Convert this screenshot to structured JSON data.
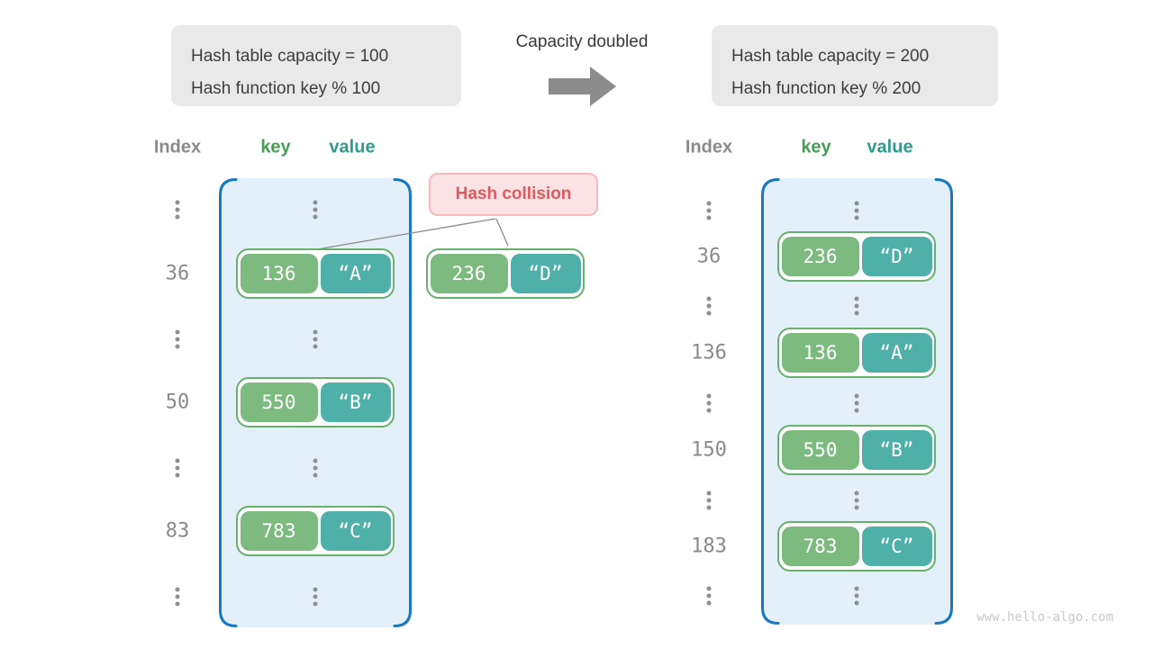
{
  "header": {
    "left_box": {
      "line1": "Hash table capacity = 100",
      "line2": "Hash function key % 100"
    },
    "transition_label": "Capacity doubled",
    "right_box": {
      "line1": "Hash table capacity = 200",
      "line2": "Hash function key % 200"
    }
  },
  "columns": {
    "index": "Index",
    "key": "key",
    "value": "value"
  },
  "left_table": {
    "rows": [
      {
        "type": "dots"
      },
      {
        "type": "pair",
        "index": "36",
        "key": "136",
        "value": "“A”"
      },
      {
        "type": "dots"
      },
      {
        "type": "pair",
        "index": "50",
        "key": "550",
        "value": "“B”"
      },
      {
        "type": "dots"
      },
      {
        "type": "pair",
        "index": "83",
        "key": "783",
        "value": "“C”"
      },
      {
        "type": "dots"
      }
    ]
  },
  "collision": {
    "label": "Hash collision",
    "pair": {
      "key": "236",
      "value": "“D”"
    }
  },
  "right_table": {
    "rows": [
      {
        "type": "dots"
      },
      {
        "type": "pair",
        "index": "36",
        "key": "236",
        "value": "“D”"
      },
      {
        "type": "dots"
      },
      {
        "type": "pair",
        "index": "136",
        "key": "136",
        "value": "“A”"
      },
      {
        "type": "dots"
      },
      {
        "type": "pair",
        "index": "150",
        "key": "550",
        "value": "“B”"
      },
      {
        "type": "dots"
      },
      {
        "type": "pair",
        "index": "183",
        "key": "783",
        "value": "“C”"
      },
      {
        "type": "dots"
      }
    ]
  },
  "watermark": "www.hello-algo.com",
  "colors": {
    "container_fill": "#e4f0f9",
    "container_border": "#1879c2",
    "key_green": "#7cba80",
    "value_teal": "#4fb0aa",
    "pair_border": "#67b16e",
    "collision_bg": "#fbe2e4",
    "collision_border": "#f5b9bd",
    "collision_text": "#e0595f",
    "info_box_bg": "#e9e9e9",
    "arrow_gray": "#8c8c8c",
    "header_key_green": "#459e54",
    "header_value_teal": "#2f9a8e"
  }
}
